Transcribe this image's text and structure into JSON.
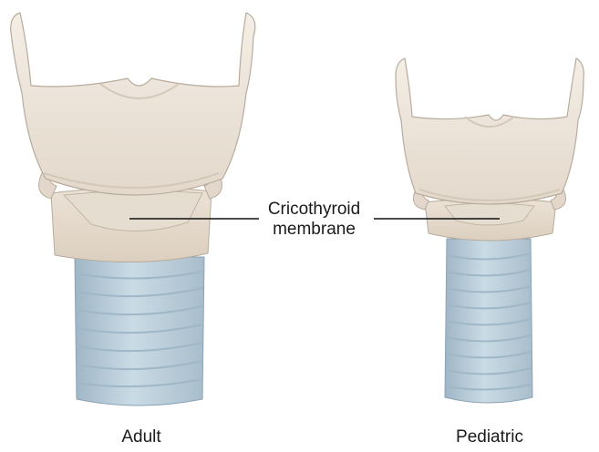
{
  "labels": {
    "adult": "Adult",
    "pediatric": "Pediatric",
    "callout_line1": "Cricothyroid",
    "callout_line2": "membrane"
  },
  "colors": {
    "cartilage_fill": "#ece4da",
    "cartilage_shadow": "#d4c8b9",
    "cartilage_edge": "#b8ab9b",
    "trachea_fill": "#bdd0dc",
    "trachea_ring": "#9fb7c7",
    "trachea_edge": "#8aa3b4",
    "leader_line": "#111111"
  }
}
